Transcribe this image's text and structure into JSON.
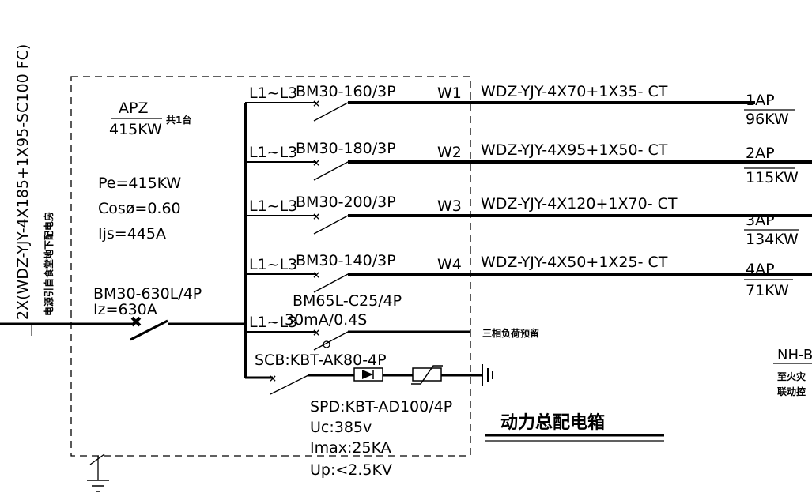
{
  "supply": {
    "cable": "2X(WDZ-YJY-4X185+1X95-SC100 FC)",
    "source_note": "电源引自食堂地下配电房"
  },
  "panel": {
    "name": "APZ",
    "power": "415KW",
    "qty": "共1台",
    "pe": "Pe=415KW",
    "cos": "Cosø=0.60",
    "ijs": "Ijs=445A",
    "title": "动力总配电箱"
  },
  "main_breaker": {
    "model": "BM30-630L/4P",
    "rating": "Iz=630A"
  },
  "circuits": [
    {
      "phase": "L1~L3",
      "breaker": "BM30-160/3P",
      "id": "W1",
      "cable": "WDZ-YJY-4X70+1X35- CT",
      "load": "1AP",
      "power": "96KW"
    },
    {
      "phase": "L1~L3",
      "breaker": "BM30-180/3P",
      "id": "W2",
      "cable": "WDZ-YJY-4X95+1X50- CT",
      "load": "2AP",
      "power": "115KW"
    },
    {
      "phase": "L1~L3",
      "breaker": "BM30-200/3P",
      "id": "W3",
      "cable": "WDZ-YJY-4X120+1X70- CT",
      "load": "3AP",
      "power": "134KW"
    },
    {
      "phase": "L1~L3",
      "breaker": "BM30-140/3P",
      "id": "W4",
      "cable": "WDZ-YJY-4X50+1X25- CT",
      "load": "4AP",
      "power": "71KW"
    }
  ],
  "rcd": {
    "phase": "L1~L3",
    "model": "BM65L-C25/4P",
    "sens": "30mA/0.4S",
    "note": "三相负荷预留"
  },
  "spd": {
    "scb": "SCB:KBT-AK80-4P",
    "model": "SPD:KBT-AD100/4P",
    "uc": "Uc:385v",
    "imax": "Imax:25KA",
    "up": "Up:<2.5KV"
  },
  "fire": {
    "cable": "NH-B",
    "note1": "至火灾",
    "note2": "联动控"
  }
}
